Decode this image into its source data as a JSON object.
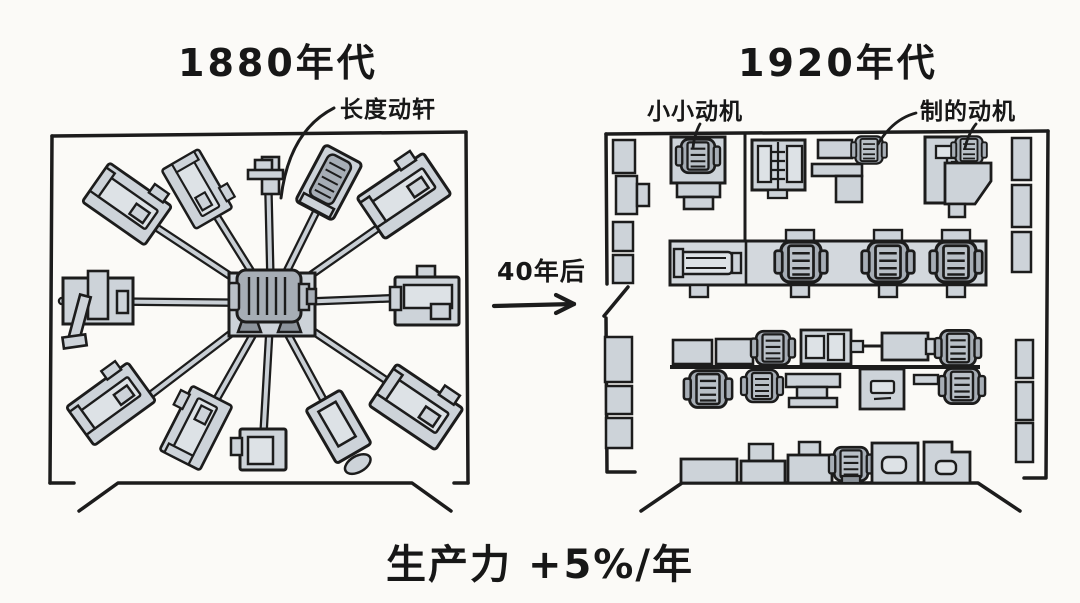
{
  "caption": "生产力 +5%/年",
  "transition": {
    "label": "40年后"
  },
  "left_factory": {
    "title": "1880年代",
    "callout": "长度动轩",
    "machine_count": 12,
    "drive_shaft_count": 12,
    "power_source": "central-engine"
  },
  "right_factory": {
    "title": "1920年代",
    "callouts": [
      "小小动机",
      "制的动机"
    ],
    "motor_count": 12
  },
  "palette": {
    "background": "#fbfaf7",
    "ink": "#1c1c1c",
    "machine_fill": "#cdd3d9",
    "machine_inner": "#dde2e6",
    "motor_fill": "#a6adb5",
    "motor_face": "#b9c0c7",
    "bench_fill": "#d3d8dd",
    "shaft_fill": "#c9cfd5"
  }
}
